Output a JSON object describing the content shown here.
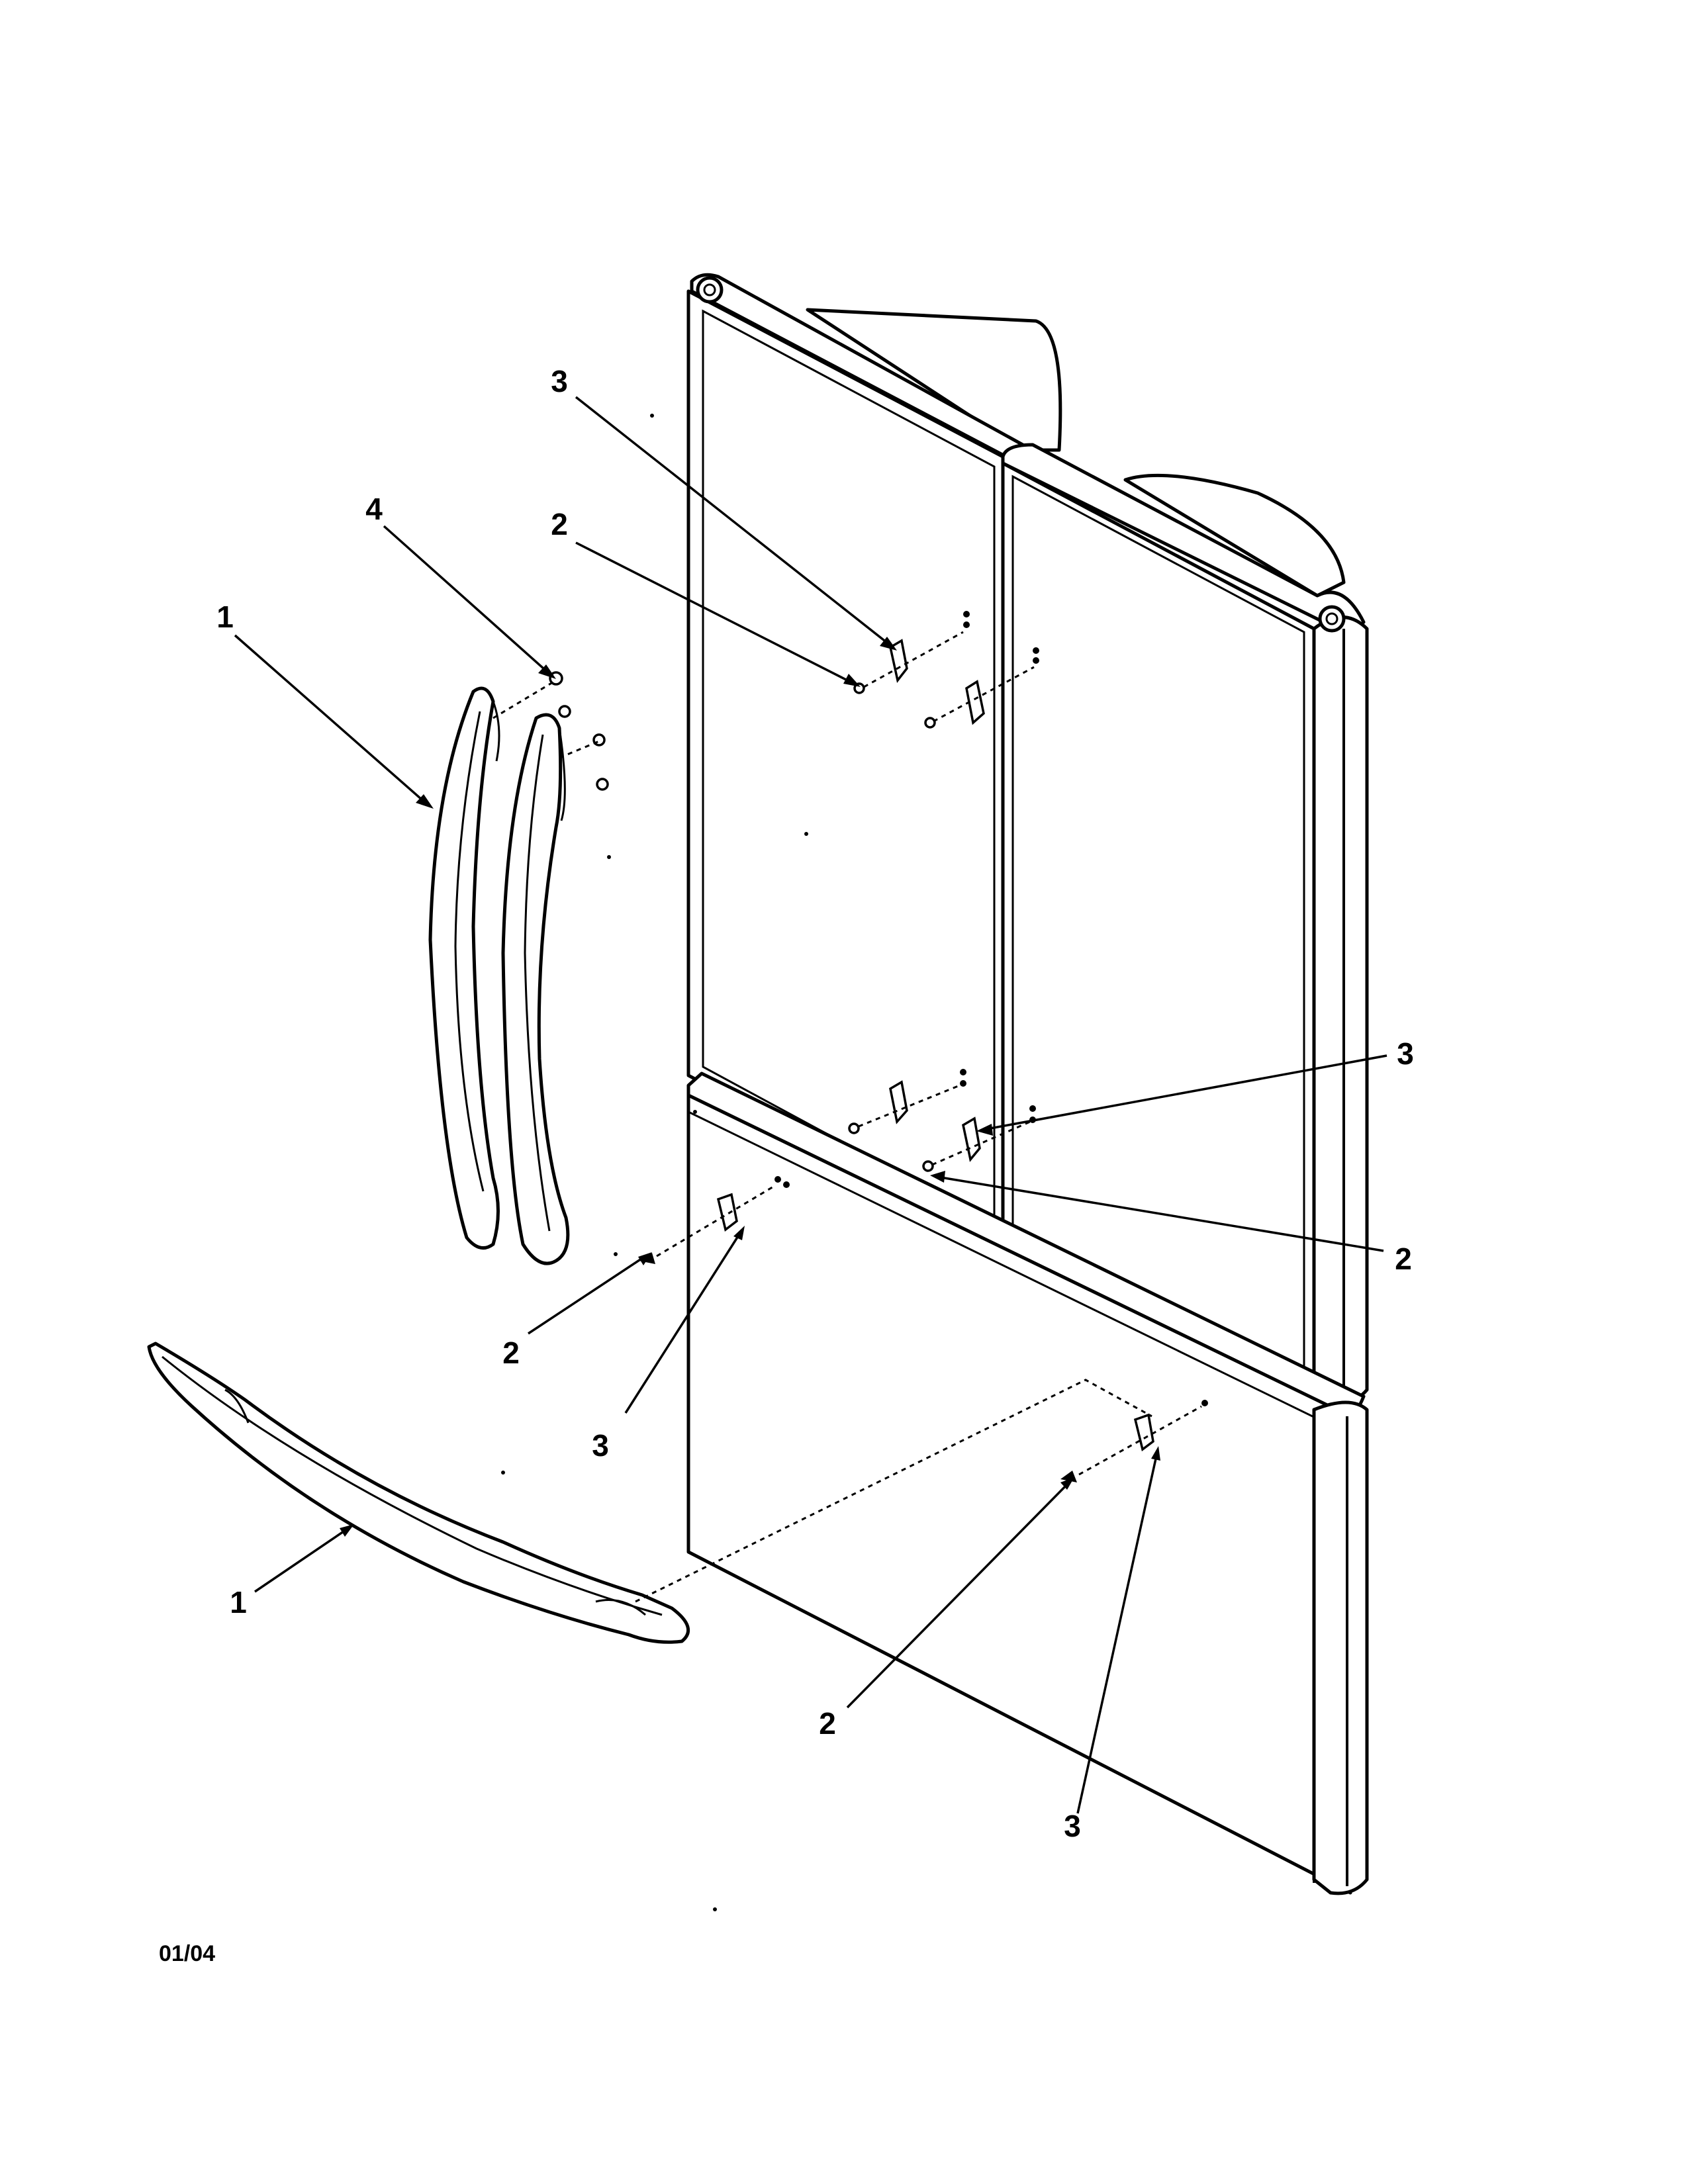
{
  "callouts": {
    "c1_upper": "1",
    "c1_lower": "1",
    "c4": "4",
    "c3_top": "3",
    "c2_top": "2",
    "c3_right": "3",
    "c2_right": "2",
    "c2_left": "2",
    "c3_left": "3",
    "c2_bottom": "2",
    "c3_bottom": "3"
  },
  "drawing_code": "01/04",
  "colors": {
    "line": "#000000",
    "background": "#ffffff"
  }
}
